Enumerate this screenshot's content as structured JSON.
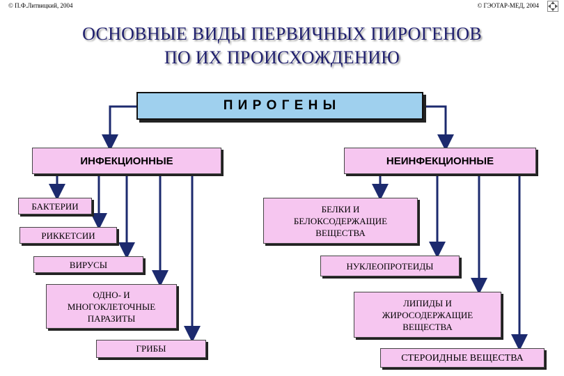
{
  "copyright": {
    "left": "© П.Ф.Литвицкий, 2004",
    "right": "© ГЭОТАР-МЕД, 2004"
  },
  "icons": {
    "nav": "navigation-arrows-icon"
  },
  "title": {
    "line1": "ОСНОВНЫЕ ВИДЫ ПЕРВИЧНЫХ ПИРОГЕНОВ",
    "line2": "ПО ИХ ПРОИСХОЖДЕНИЮ"
  },
  "root": {
    "label": "П И Р О Г Е Н Ы"
  },
  "categories": {
    "infectious": {
      "label": "ИНФЕКЦИОННЫЕ",
      "items": [
        "БАКТЕРИИ",
        "РИККЕТСИИ",
        "ВИРУСЫ",
        "ОДНО- И МНОГОКЛЕТОЧНЫЕ ПАРАЗИТЫ",
        "ГРИБЫ"
      ]
    },
    "noninfectious": {
      "label": "НЕИНФЕКЦИОННЫЕ",
      "items": [
        "БЕЛКИ И БЕЛОКСОДЕРЖАЩИЕ ВЕЩЕСТВА",
        "НУКЛЕОПРОТЕИДЫ",
        "ЛИПИДЫ И ЖИРОСОДЕРЖАЩИЕ ВЕЩЕСТВА",
        "СТЕРОИДНЫЕ ВЕЩЕСТВА"
      ]
    }
  },
  "colors": {
    "title": "#1f1f6e",
    "root_fill": "#9fd0ee",
    "box_fill": "#f6c6f0",
    "connector": "#1c2a6e"
  }
}
